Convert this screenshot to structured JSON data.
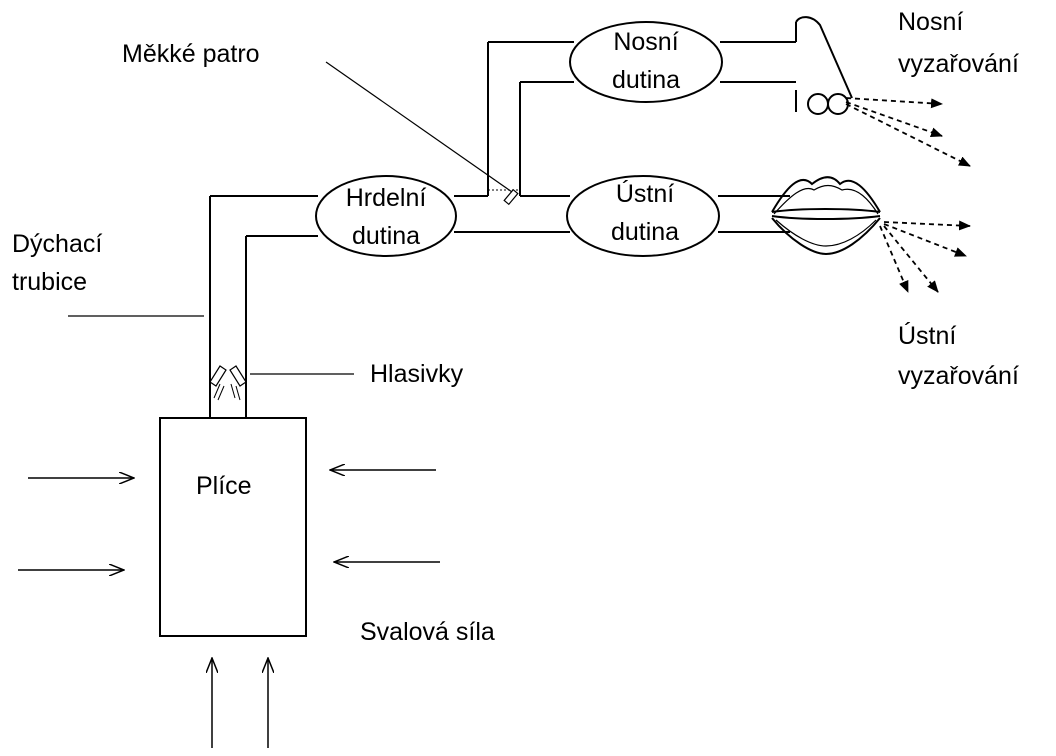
{
  "labels": {
    "soft_palate": "Měkké patro",
    "nasal_cavity_1": "Nosní",
    "nasal_cavity_2": "dutina",
    "nasal_radiation_1": "Nosní",
    "nasal_radiation_2": "vyzařování",
    "pharyngeal_cavity_1": "Hrdelní",
    "pharyngeal_cavity_2": "dutina",
    "oral_cavity_1": "Ústní",
    "oral_cavity_2": "dutina",
    "trachea_1": "Dýchací",
    "trachea_2": "trubice",
    "vocal_cords": "Hlasivky",
    "oral_radiation_1": "Ústní",
    "oral_radiation_2": "vyzařování",
    "lungs": "Plíce",
    "muscle_force": "Svalová síla"
  },
  "colors": {
    "ink": "#000000",
    "background": "#ffffff"
  }
}
